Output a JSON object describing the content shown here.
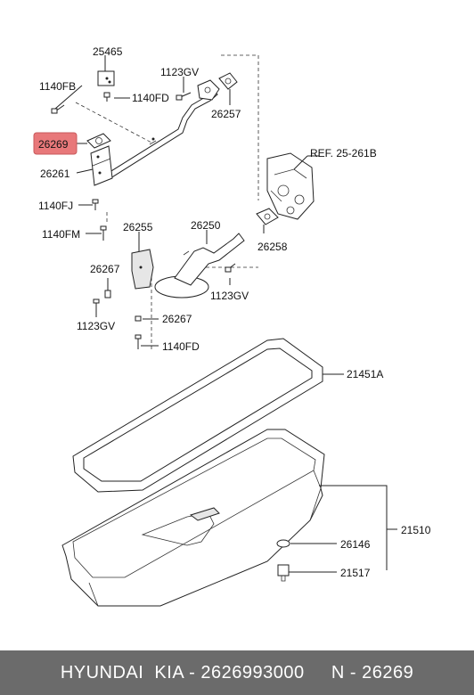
{
  "callouts": {
    "c25465": "25465",
    "c1140FB": "1140FB",
    "c1140FD_top": "1140FD",
    "c1123GV_top": "1123GV",
    "c26257": "26257",
    "c26269": "26269",
    "c26261": "26261",
    "c_ref": "REF. 25-261B",
    "c1140FJ": "1140FJ",
    "c1140FM": "1140FM",
    "c26255": "26255",
    "c26250": "26250",
    "c26258": "26258",
    "c26267_a": "26267",
    "c1123GV_mid": "1123GV",
    "c1123GV_left": "1123GV",
    "c26267_b": "26267",
    "c1140FD_bottom": "1140FD",
    "c21451A": "21451A",
    "c21510": "21510",
    "c26146": "26146",
    "c21517": "21517"
  },
  "highlight_color": "#e8787a",
  "footer": {
    "text": "HYUNDAI  KIA - 2626993000     N - 26269",
    "background": "#6b6b6b"
  }
}
